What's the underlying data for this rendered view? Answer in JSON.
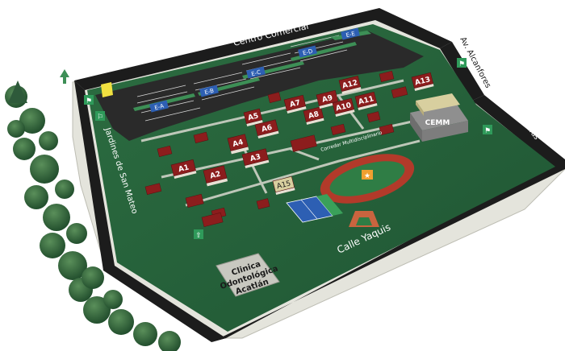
{
  "streets": {
    "north": "Centro Comercial",
    "west": "Jardines de San Mateo",
    "south": "Calle Yaquis",
    "northeast": "Av. Alcanfores",
    "east": "Tarahumaras",
    "corridor": "Corredor Multidisciplinario"
  },
  "clinic": {
    "line1": "Clinica",
    "line2": "Odontológica",
    "line3": "Acatlán"
  },
  "cemm_label": "CEMM",
  "parking_lots": [
    "E-A",
    "E-B",
    "E-C",
    "E-D",
    "E-E"
  ],
  "buildings": [
    {
      "id": "a1",
      "label": "A1"
    },
    {
      "id": "a2",
      "label": "A2"
    },
    {
      "id": "a3",
      "label": "A3"
    },
    {
      "id": "a4",
      "label": "A4"
    },
    {
      "id": "a5",
      "label": "A5"
    },
    {
      "id": "a6",
      "label": "A6"
    },
    {
      "id": "a7",
      "label": "A7"
    },
    {
      "id": "a8",
      "label": "A8"
    },
    {
      "id": "a9",
      "label": "A9"
    },
    {
      "id": "a10",
      "label": "A10"
    },
    {
      "id": "a11",
      "label": "A11"
    },
    {
      "id": "a12",
      "label": "A12"
    },
    {
      "id": "a13",
      "label": "A13"
    },
    {
      "id": "a15",
      "label": "A15"
    }
  ],
  "colors": {
    "road": "#1c1c1c",
    "grass": "#27603a",
    "grass_light": "#3d8f56",
    "building_roof": "#8c1d1d",
    "building_wall": "#e8e0d4",
    "track": "#b23a2a",
    "court": "#2d5fb3",
    "parking": "#2a2a2a",
    "sidewalk": "#d9d9cf",
    "icon_green": "#2f9a5a"
  }
}
